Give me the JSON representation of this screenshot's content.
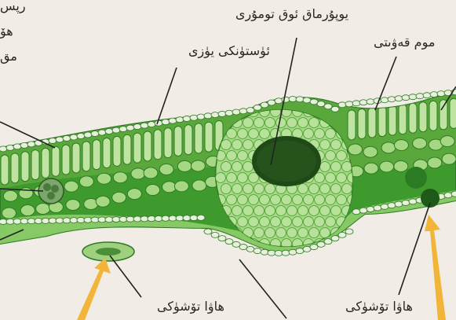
{
  "labels": {
    "top_center": "يوپۇرماق ئوق تومۇرى",
    "upper_skin": "ئۈستۈنكى يۈزى",
    "wax_layer": "موم قەۋىتى",
    "pore_bottom_center": "هاۋا تۆشۈكى",
    "pore_bottom_right": "هاۋا تۆشۈكى",
    "left_partial_1": "رپس",
    "left_partial_2": "هۆ",
    "left_partial_3": "مق"
  },
  "colors": {
    "background": "#f1ede6",
    "tissue_dark": "#3f9a2e",
    "tissue_mid": "#78bf52",
    "cell_light": "#bfe3a0",
    "epidermis_cell": "#e7f1dc",
    "cell_outline": "#2f7a24",
    "vein_hole": "#1f4a17",
    "arrow": "#f2b53a",
    "leader_line": "#222222"
  }
}
